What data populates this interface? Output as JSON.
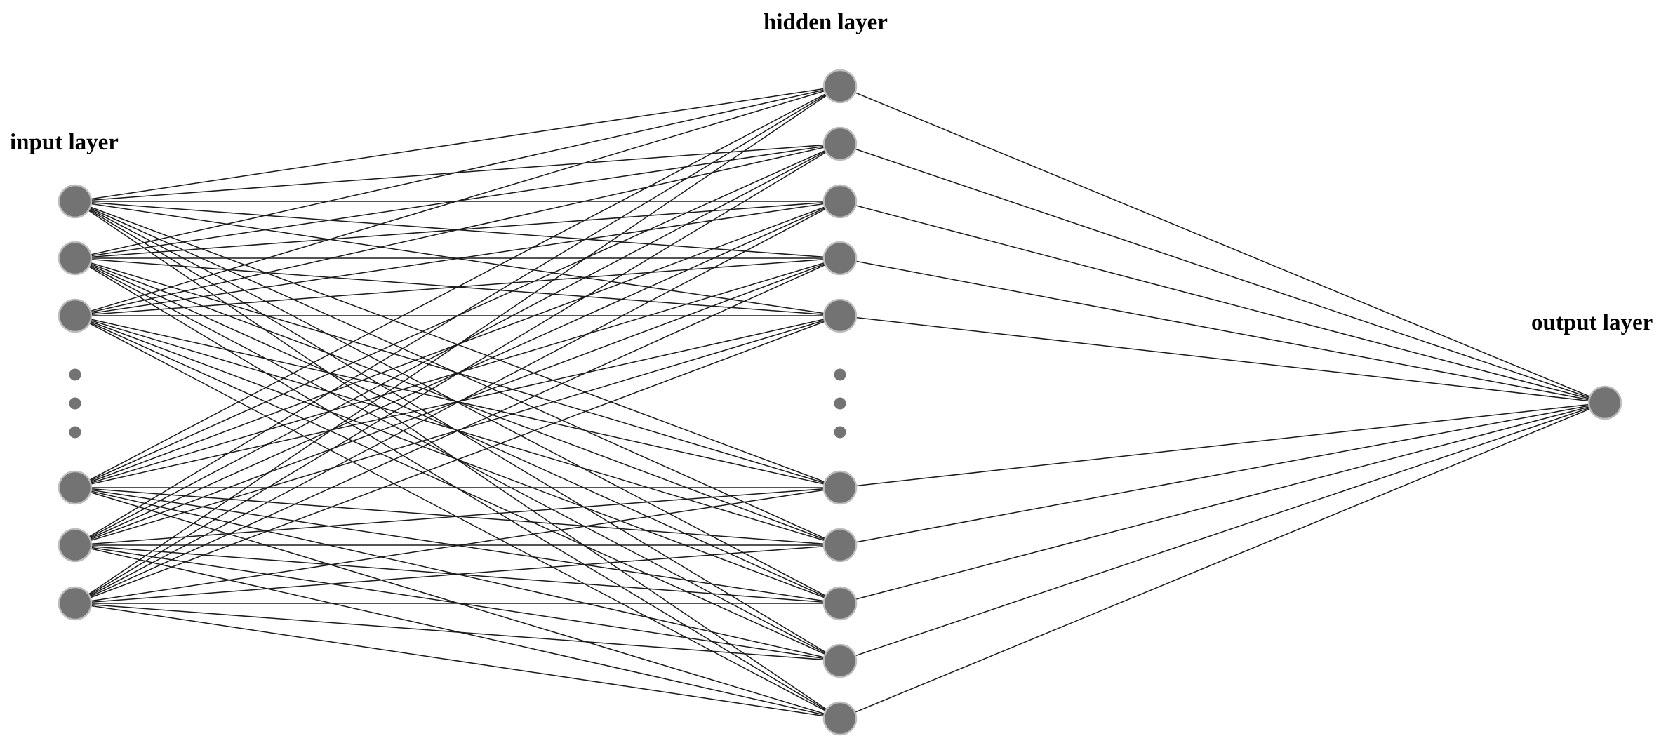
{
  "labels": {
    "input": "input layer",
    "hidden": "hidden layer",
    "output": "output layer"
  },
  "colors": {
    "node": "#737373",
    "node_stroke": "#bdbdbd",
    "edge": "#1a1a1a",
    "text": "#000000"
  },
  "layers": {
    "input": {
      "visible_nodes_before_ellipsis": 3,
      "visible_nodes_after_ellipsis": 3,
      "ellipsis_dots": 3
    },
    "hidden": {
      "visible_nodes_before_ellipsis": 5,
      "visible_nodes_after_ellipsis": 5,
      "ellipsis_dots": 3
    },
    "output": {
      "visible_nodes": 1
    }
  }
}
